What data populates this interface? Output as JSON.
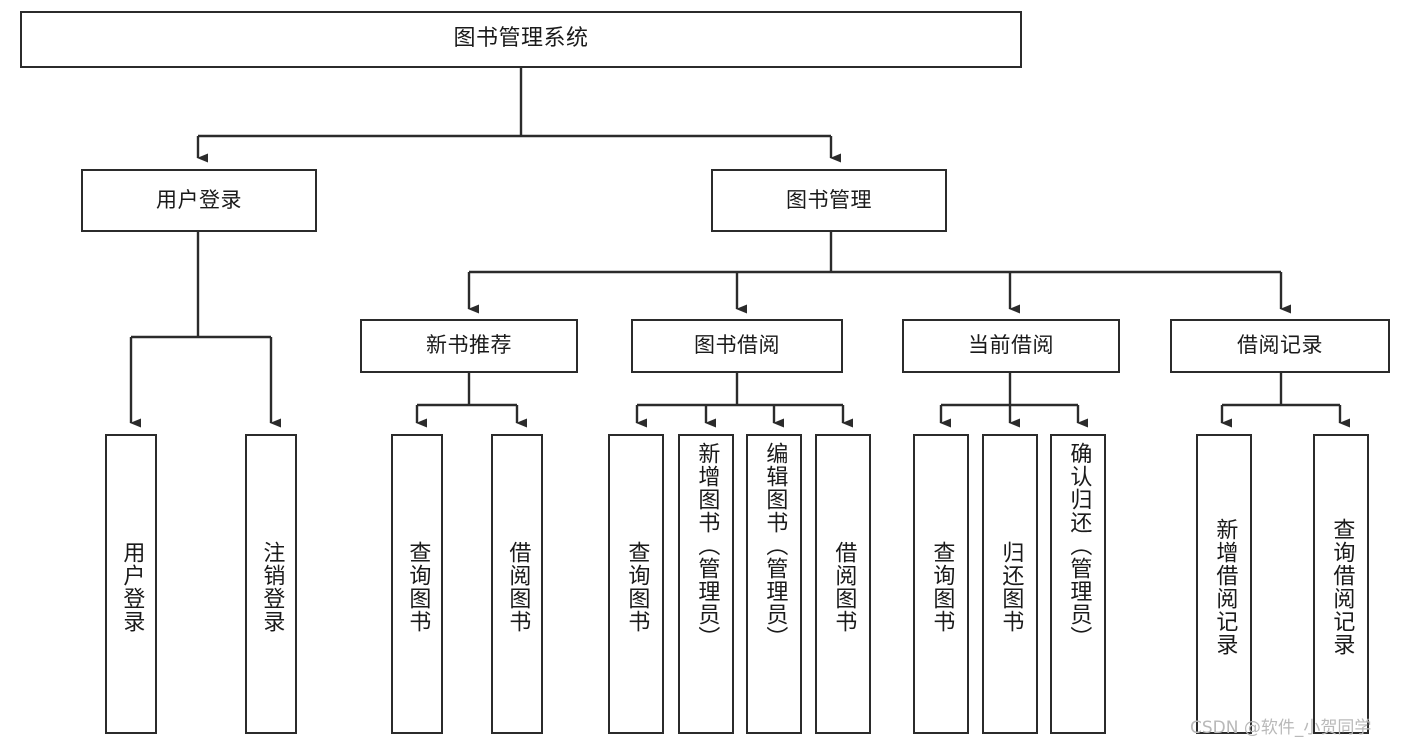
{
  "diagram": {
    "title": "图书管理系统",
    "watermark": "CSDN @软件_小贺同学",
    "colors": {
      "box_border": "#2b2b2b",
      "box_fill": "#ffffff",
      "connector": "#2b2b2b",
      "text": "#1a1a1a",
      "watermark": "#b9b9b9",
      "background": "#ffffff"
    },
    "root": {
      "label": "图书管理系统"
    },
    "level2": [
      {
        "label": "用户登录"
      },
      {
        "label": "图书管理"
      }
    ],
    "level3": [
      {
        "label": "新书推荐"
      },
      {
        "label": "图书借阅"
      },
      {
        "label": "当前借阅"
      },
      {
        "label": "借阅记录"
      }
    ],
    "leaves": {
      "user_login": [
        {
          "label": "用户登录"
        },
        {
          "label": "注销登录"
        }
      ],
      "new_book_recommend": [
        {
          "label": "查询图书"
        },
        {
          "label": "借阅图书"
        }
      ],
      "book_borrow": [
        {
          "label": "查询图书"
        },
        {
          "label": "新增图书（管理员）"
        },
        {
          "label": "编辑图书（管理员）"
        },
        {
          "label": "借阅图书"
        }
      ],
      "current_borrow": [
        {
          "label": "查询图书"
        },
        {
          "label": "归还图书"
        },
        {
          "label": "确认归还（管理员）"
        }
      ],
      "borrow_record": [
        {
          "label": "新增借阅记录"
        },
        {
          "label": "查询借阅记录"
        }
      ]
    }
  }
}
